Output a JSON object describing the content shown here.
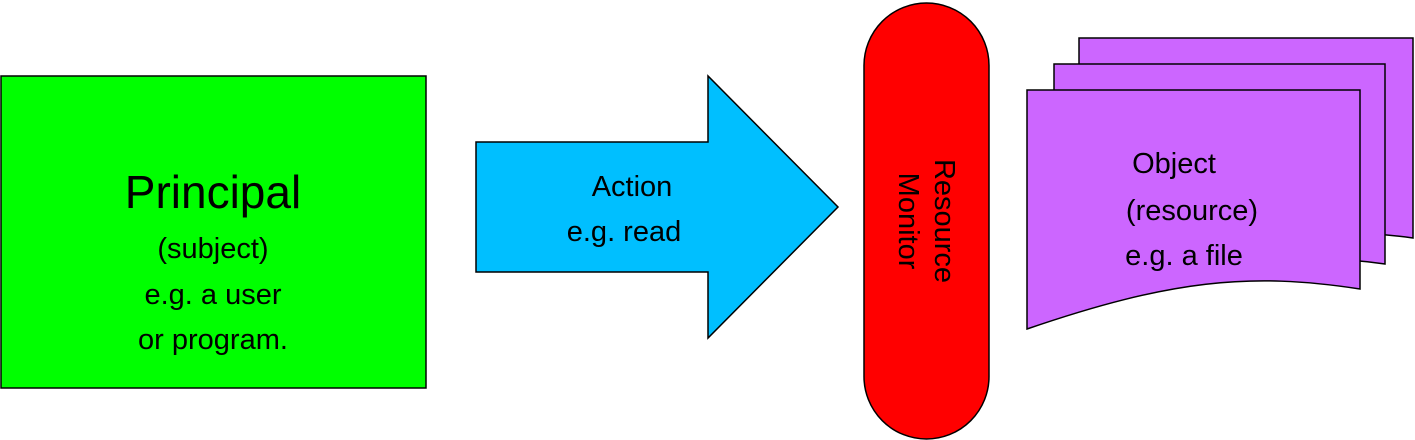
{
  "diagram": {
    "principal": {
      "title": "Principal",
      "lines": [
        "(subject)",
        "e.g. a user",
        "or program."
      ],
      "color": "#00ff00"
    },
    "action": {
      "lines": [
        "Action",
        "e.g. read"
      ],
      "color": "#00bfff"
    },
    "monitor": {
      "lines": [
        "Resource",
        "Monitor"
      ],
      "color": "#ff0000"
    },
    "object": {
      "lines": [
        "Object",
        "(resource)",
        "e.g. a file"
      ],
      "color": "#cc66ff"
    }
  }
}
